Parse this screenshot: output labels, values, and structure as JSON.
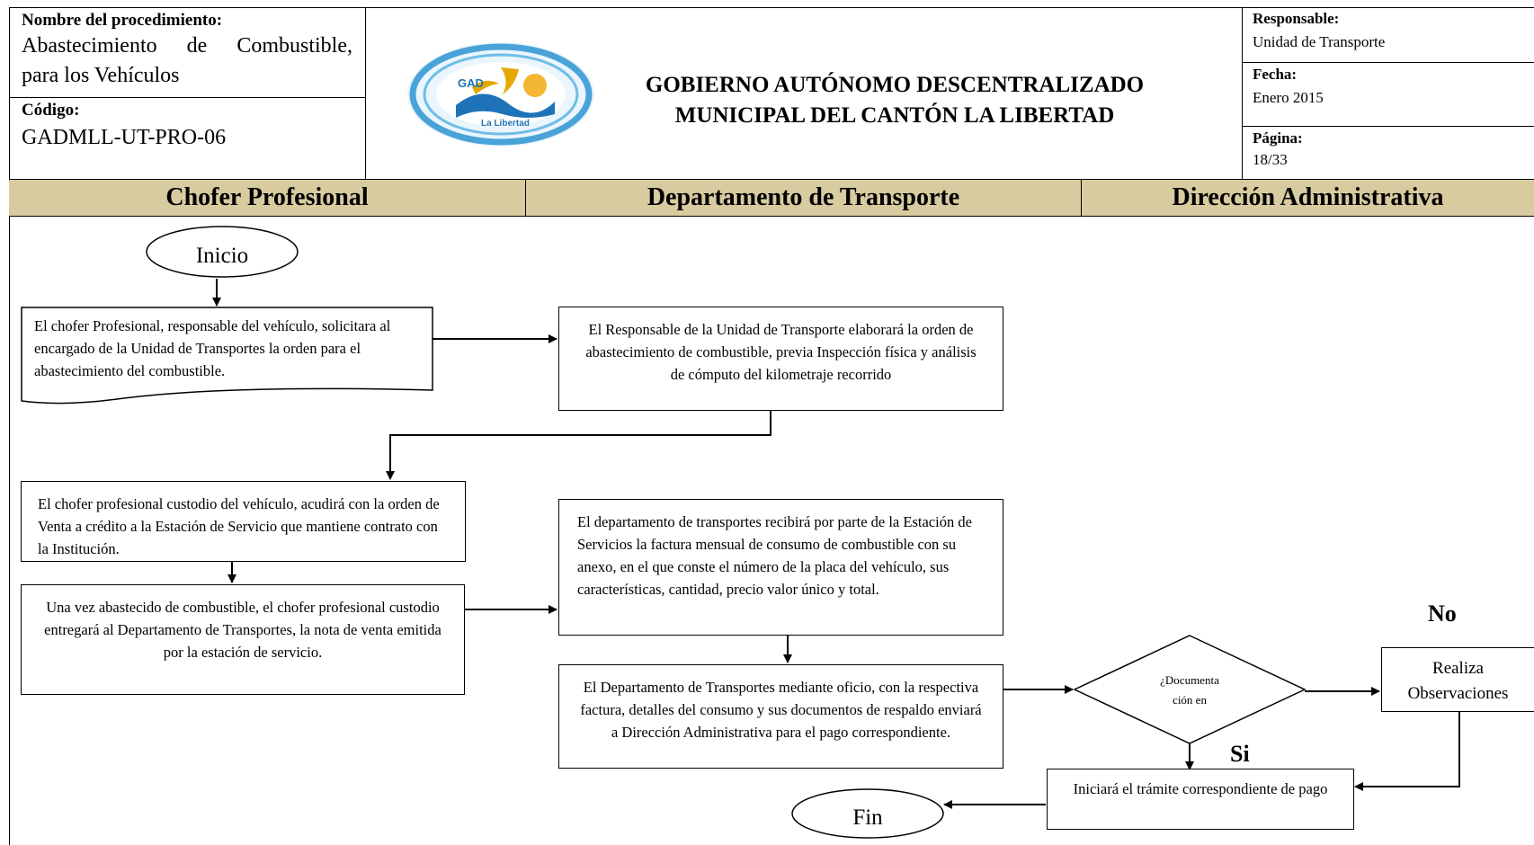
{
  "header": {
    "procedure_label": "Nombre del procedimiento:",
    "procedure_line1": "Abastecimiento de Combustible,",
    "procedure_line2": "para los Vehículos",
    "code_label": "Código:",
    "code_value": "GADMLL-UT-PRO-06",
    "logo_text_top": "GAD",
    "logo_text_bottom": "La Libertad",
    "org_line1": "GOBIERNO AUTÓNOMO DESCENTRALIZADO",
    "org_line2": "MUNICIPAL DEL CANTÓN LA LIBERTAD",
    "responsable_label": "Responsable:",
    "responsable_value": "Unidad de Transporte",
    "fecha_label": "Fecha:",
    "fecha_value": "Enero 2015",
    "pagina_label": "Página:",
    "pagina_value": "18/33"
  },
  "lanes": [
    "Chofer Profesional",
    "Departamento de Transporte",
    "Dirección Administrativa"
  ],
  "flow": {
    "start": "Inicio",
    "end": "Fin",
    "step1": "El chofer Profesional, responsable del vehículo, solicitara al encargado de la Unidad de Transportes la orden para el abastecimiento del combustible.",
    "step2": "El Responsable de la Unidad de Transporte elaborará la orden de abastecimiento de combustible, previa Inspección física y análisis de cómputo del kilometraje recorrido",
    "step3": "El chofer profesional custodio del vehículo, acudirá con la orden de Venta a crédito a la Estación de Servicio que mantiene contrato con la Institución.",
    "step4": "Una vez abastecido de combustible, el chofer profesional custodio entregará al Departamento de Transportes, la nota de venta emitida por la estación de servicio.",
    "step5": "El departamento de transportes recibirá por parte de la Estación de Servicios la factura mensual de consumo de combustible con su anexo, en el que conste el número de la placa del vehículo, sus características, cantidad, precio valor único y total.",
    "step6": "El Departamento de Transportes mediante oficio, con la respectiva factura, detalles del consumo y sus documentos de respaldo enviará a Dirección Administrativa para el pago correspondiente.",
    "decision_line1": "¿Documenta",
    "decision_line2": "ción en",
    "no_label": "No",
    "yes_label": "Si",
    "observations": "Realiza Observaciones",
    "payment": "Iniciará el trámite correspondiente de pago"
  },
  "colors": {
    "lane_header_bg": "#d9cba0",
    "logo_ring": "#4aa3d8",
    "logo_wave": "#1e73b8",
    "logo_sun": "#f2b632"
  }
}
